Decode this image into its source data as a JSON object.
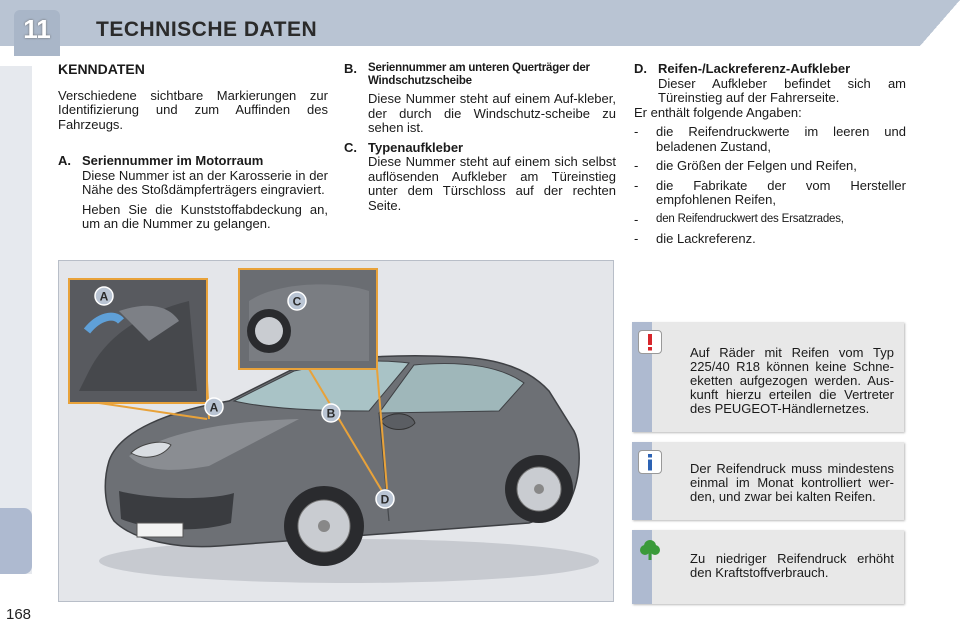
{
  "header": {
    "chapter_number": "11",
    "title": "TECHNISCHE DATEN"
  },
  "page_number": "168",
  "col1": {
    "heading": "KENNDATEN",
    "intro": "Verschiedene sichtbare Markierungen zur Identifizierung und zum Auffinden des Fahrzeugs.",
    "item_a": {
      "letter": "A.",
      "title": "Seriennummer im Motorraum",
      "p1": "Diese Nummer ist an der Karosserie in der Nähe des Stoßdämpferträgers eingraviert.",
      "p2": "Heben Sie die Kunststoffabdeckung an, um an die Nummer zu gelangen."
    }
  },
  "col2": {
    "item_b": {
      "letter": "B.",
      "title": "Seriennummer am unteren Querträger der Windschutzscheibe",
      "text": "Diese Nummer steht auf einem Auf-kleber, der durch die Windschutz-scheibe zu sehen ist."
    },
    "item_c": {
      "letter": "C.",
      "title": "Typenaufkleber",
      "text": "Diese Nummer steht auf einem sich selbst auflösenden Aufkleber am Türeinstieg unter dem Türschloss auf der rechten Seite."
    }
  },
  "col3": {
    "item_d": {
      "letter": "D.",
      "title": "Reifen-/Lackreferenz-Aufkleber",
      "text": "Dieser Aufkleber befindet sich am Türeinstieg auf der Fahrerseite."
    },
    "contains": "Er enthält folgende Angaben:",
    "bullets": [
      "die Reifendruckwerte im leeren und beladenen Zustand,",
      "die Größen der Felgen und Reifen,",
      "die Fabrikate der vom Hersteller empfohlenen Reifen,",
      "den Reifendruckwert des Ersatzrades,",
      "die Lackreferenz."
    ]
  },
  "illustration": {
    "labels": [
      "A",
      "C",
      "A",
      "B",
      "D"
    ]
  },
  "notices": {
    "warning": {
      "icon": "exclamation-icon",
      "color": "#d7262b",
      "text": "Auf Räder mit Reifen vom Typ 225/40 R18 können keine Schne-eketten aufgezogen werden. Aus-kunft hierzu erteilen die Vertreter des PEUGEOT-Händlernetzes."
    },
    "info": {
      "icon": "info-icon",
      "color": "#2d63b4",
      "text": "Der Reifendruck muss mindestens einmal im Monat kontrolliert wer-den, und zwar bei kalten Reifen."
    },
    "eco": {
      "icon": "tree-icon",
      "color": "#3b9a3a",
      "text": "Zu niedriger Reifendruck erhöht den Kraftstoffverbrauch."
    }
  },
  "colors": {
    "header_band": "#b9c4d3",
    "side_accent": "#aebad0",
    "car_body": "#6d7075",
    "callout_line": "#e8a23a"
  }
}
